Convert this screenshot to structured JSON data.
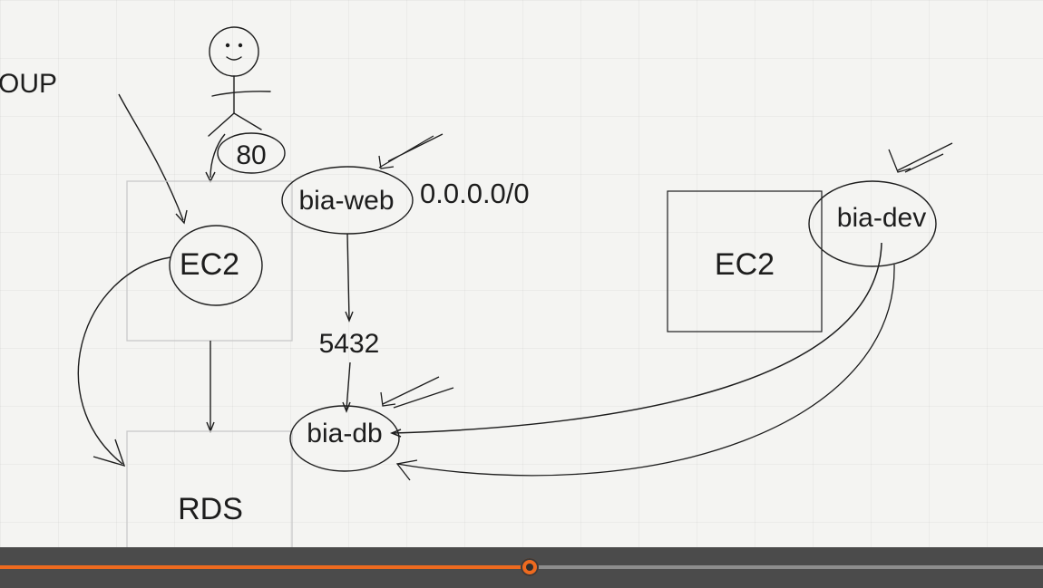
{
  "labels": {
    "group_fragment": "OUP",
    "port_http": "80",
    "sg_web": "bia-web",
    "cidr": "0.0.0.0/0",
    "sg_dev": "bia-dev",
    "ec2_left": "EC2",
    "ec2_right": "EC2",
    "port_db": "5432",
    "sg_db": "bia-db",
    "rds": "RDS"
  },
  "icons": {
    "user": "stick-figure-user-icon"
  },
  "colors": {
    "ink": "#1d1d1d",
    "box_stroke": "#c9c9c9",
    "progress_fill": "#ee6a1f",
    "progress_track": "#8d8d8d",
    "player_bar": "#4b4b4b"
  },
  "player": {
    "progress": 0.508
  }
}
